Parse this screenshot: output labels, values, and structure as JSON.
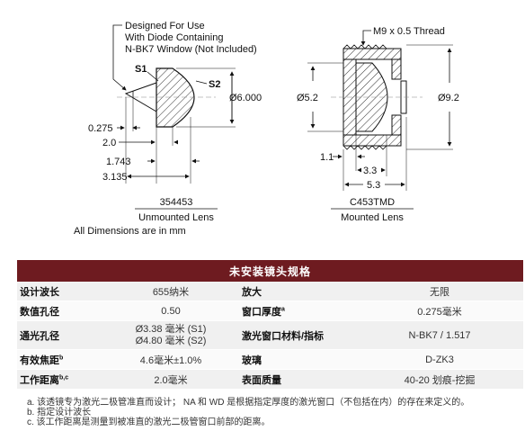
{
  "drawing": {
    "unmounted": {
      "note": [
        "Designed For Use",
        "With Diode Containing",
        "N-BK7 Window (Not Included)"
      ],
      "s1": "S1",
      "s2": "S2",
      "diameter": "Ø6.000",
      "d0275": "0.275",
      "d20": "2.0",
      "d1743": "1.743",
      "d3135": "3.135",
      "part": "354453",
      "caption": "Unmounted Lens",
      "units_note": "All Dimensions are in mm"
    },
    "mounted": {
      "thread": "M9 x 0.5 Thread",
      "d52": "Ø5.2",
      "d92": "Ø9.2",
      "d11": "1.1",
      "d33": "3.3",
      "d53": "5.3",
      "part": "C453TMD",
      "caption": "Mounted Lens"
    }
  },
  "table": {
    "title": "未安装镜头规格",
    "rows": [
      {
        "k1": "设计波长",
        "s1": "",
        "v1": "655纳米",
        "k2": "放大",
        "s2": "",
        "v2": "无限"
      },
      {
        "k1": "数值孔径",
        "s1": "",
        "v1": "0.50",
        "k2": "窗口厚度",
        "s2": "a",
        "v2": "0.275毫米"
      },
      {
        "k1": "通光孔径",
        "s1": "",
        "v1a": "Ø3.38 毫米 (S1)",
        "v1b": "Ø4.80 毫米 (S2)",
        "k2": "激光窗口材料/指标",
        "s2": "",
        "v2": "N-BK7 / 1.517"
      },
      {
        "k1": "有效焦距",
        "s1": "b",
        "v1": "4.6毫米±1.0%",
        "k2": "玻璃",
        "s2": "",
        "v2": "D-ZK3"
      },
      {
        "k1": "工作距离",
        "s1": "b,c",
        "v1": "2.0毫米",
        "k2": "表面质量",
        "s2": "",
        "v2": "40-20 划痕-挖掘"
      }
    ]
  },
  "notes": [
    "a. 该透镜专为激光二极管准直而设计； NA 和 WD 是根据指定厚度的激光窗口（不包括在内）的存在来定义的。",
    "b. 指定设计波长",
    "c. 该工作距离是测量到被准直的激光二极管窗口前部的距离。"
  ]
}
